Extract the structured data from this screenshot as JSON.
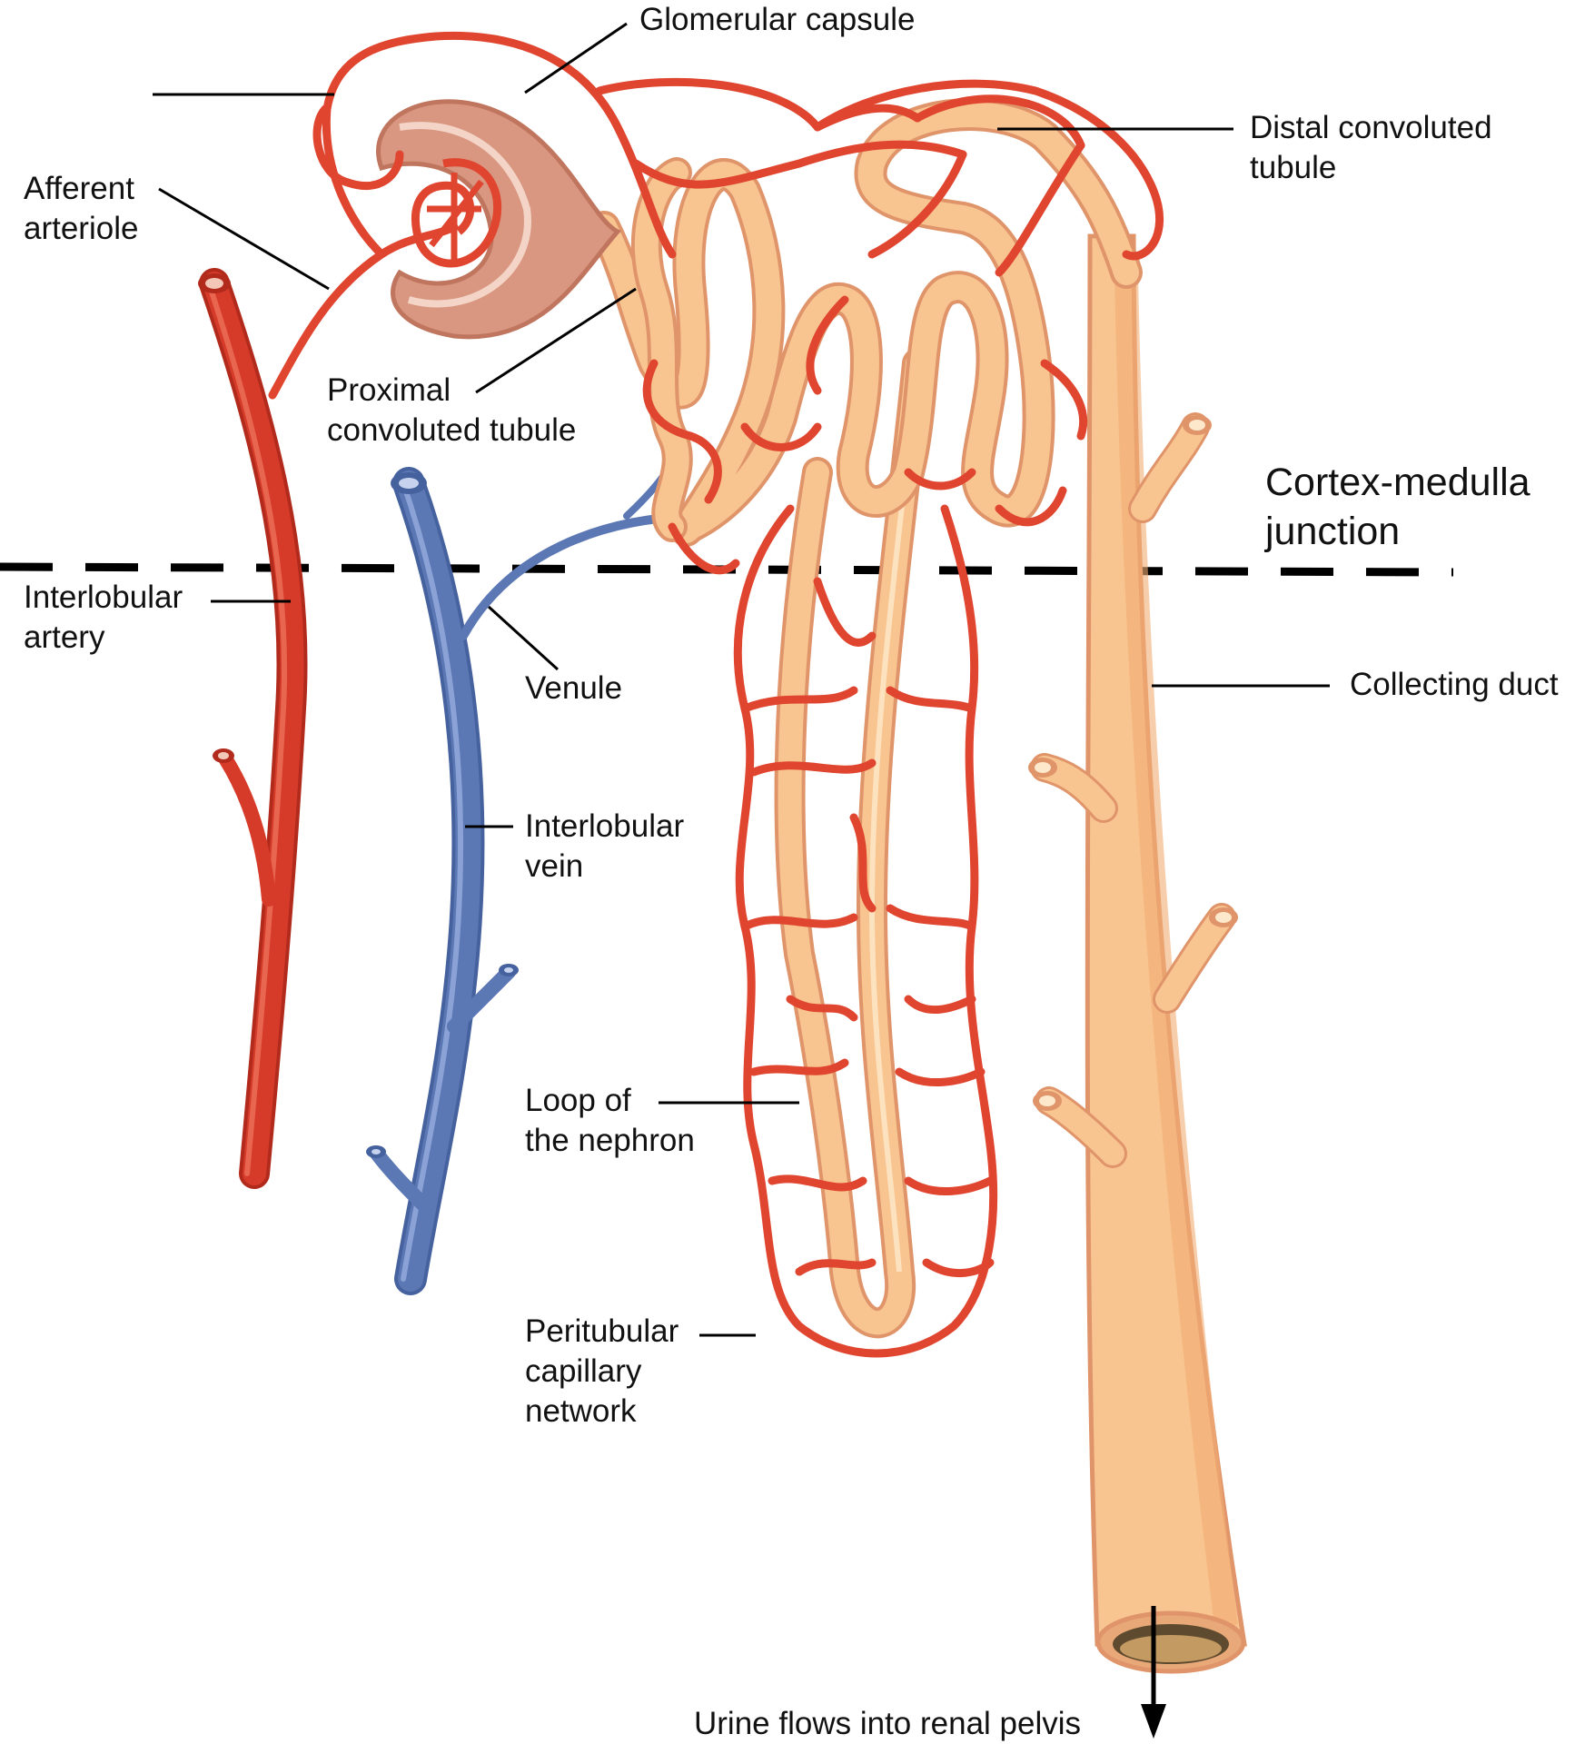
{
  "labels": {
    "glomerular_capsule": "Glomerular capsule",
    "distal_convoluted_tubule": "Distal convoluted\ntubule",
    "afferent_arteriole": "Afferent\narteriole",
    "proximal_convoluted_tubule": "Proximal\nconvoluted tubule",
    "cortex_medulla_junction": "Cortex-medulla\njunction",
    "interlobular_artery": "Interlobular\nartery",
    "venule": "Venule",
    "collecting_duct": "Collecting duct",
    "interlobular_vein": "Interlobular\nvein",
    "loop_of_the_nephron": "Loop of\nthe nephron",
    "peritubular_capillary_network": "Peritubular\ncapillary\nnetwork",
    "urine_flow": "Urine flows into renal pelvis"
  },
  "colors": {
    "artery": "#d63b2a",
    "artery_dark": "#b22a1c",
    "vein": "#5b77b4",
    "vein_light": "#8aa2d6",
    "tubule": "#f8c490",
    "tubule_outline": "#e0946a",
    "capsule": "#d99680",
    "capillary": "#e0452f"
  }
}
